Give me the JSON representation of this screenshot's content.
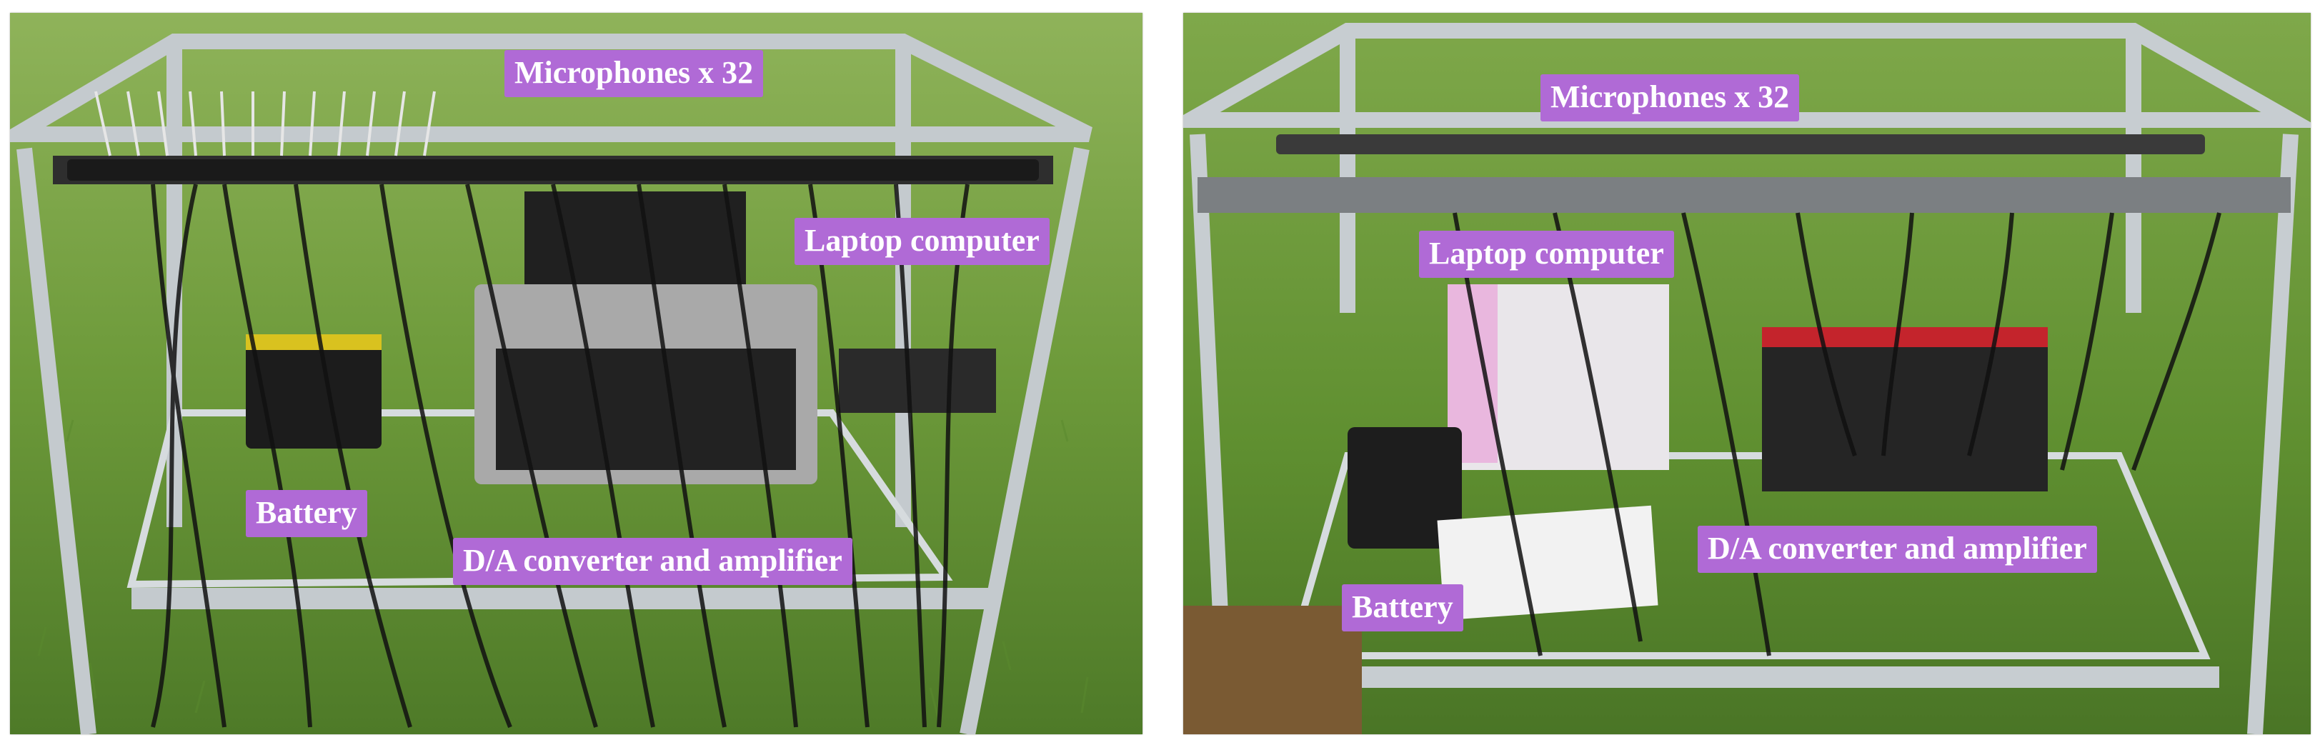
{
  "figure": {
    "panels": [
      {
        "id": "left",
        "labels": {
          "microphones": "Microphones x 32",
          "laptop": "Laptop computer",
          "battery": "Battery",
          "converter": "D/A converter and amplifier"
        }
      },
      {
        "id": "right",
        "labels": {
          "microphones": "Microphones x 32",
          "laptop": "Laptop computer",
          "battery": "Battery",
          "converter": "D/A converter and amplifier"
        }
      }
    ]
  },
  "colors": {
    "label_background": "#b06ad6",
    "label_text": "#ffffff",
    "grass": "#6f9b3c",
    "aluminum_frame": "#b9c0c4"
  }
}
